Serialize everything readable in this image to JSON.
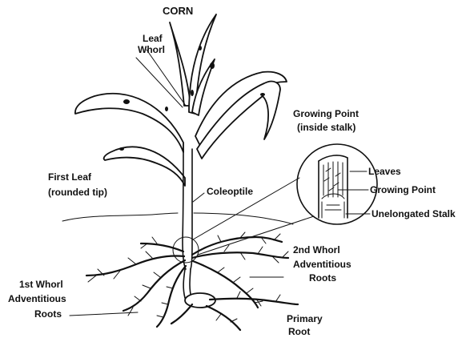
{
  "diagram": {
    "title": "CORN",
    "labels": {
      "leaf_whorl": [
        "Leaf",
        "Whorl"
      ],
      "growing_point_inside": [
        "Growing Point",
        "(inside stalk)"
      ],
      "first_leaf": [
        "First Leaf",
        "(rounded tip)"
      ],
      "coleoptile": "Coleoptile",
      "leaves": "Leaves",
      "growing_point": "Growing Point",
      "unelongated_stalk": "Unelongated Stalk",
      "second_whorl": [
        "2nd Whorl",
        "Adventitious",
        "Roots"
      ],
      "first_whorl": [
        "1st Whorl",
        "Adventitious",
        "Roots"
      ],
      "primary_root": [
        "Primary",
        "Root"
      ]
    }
  }
}
